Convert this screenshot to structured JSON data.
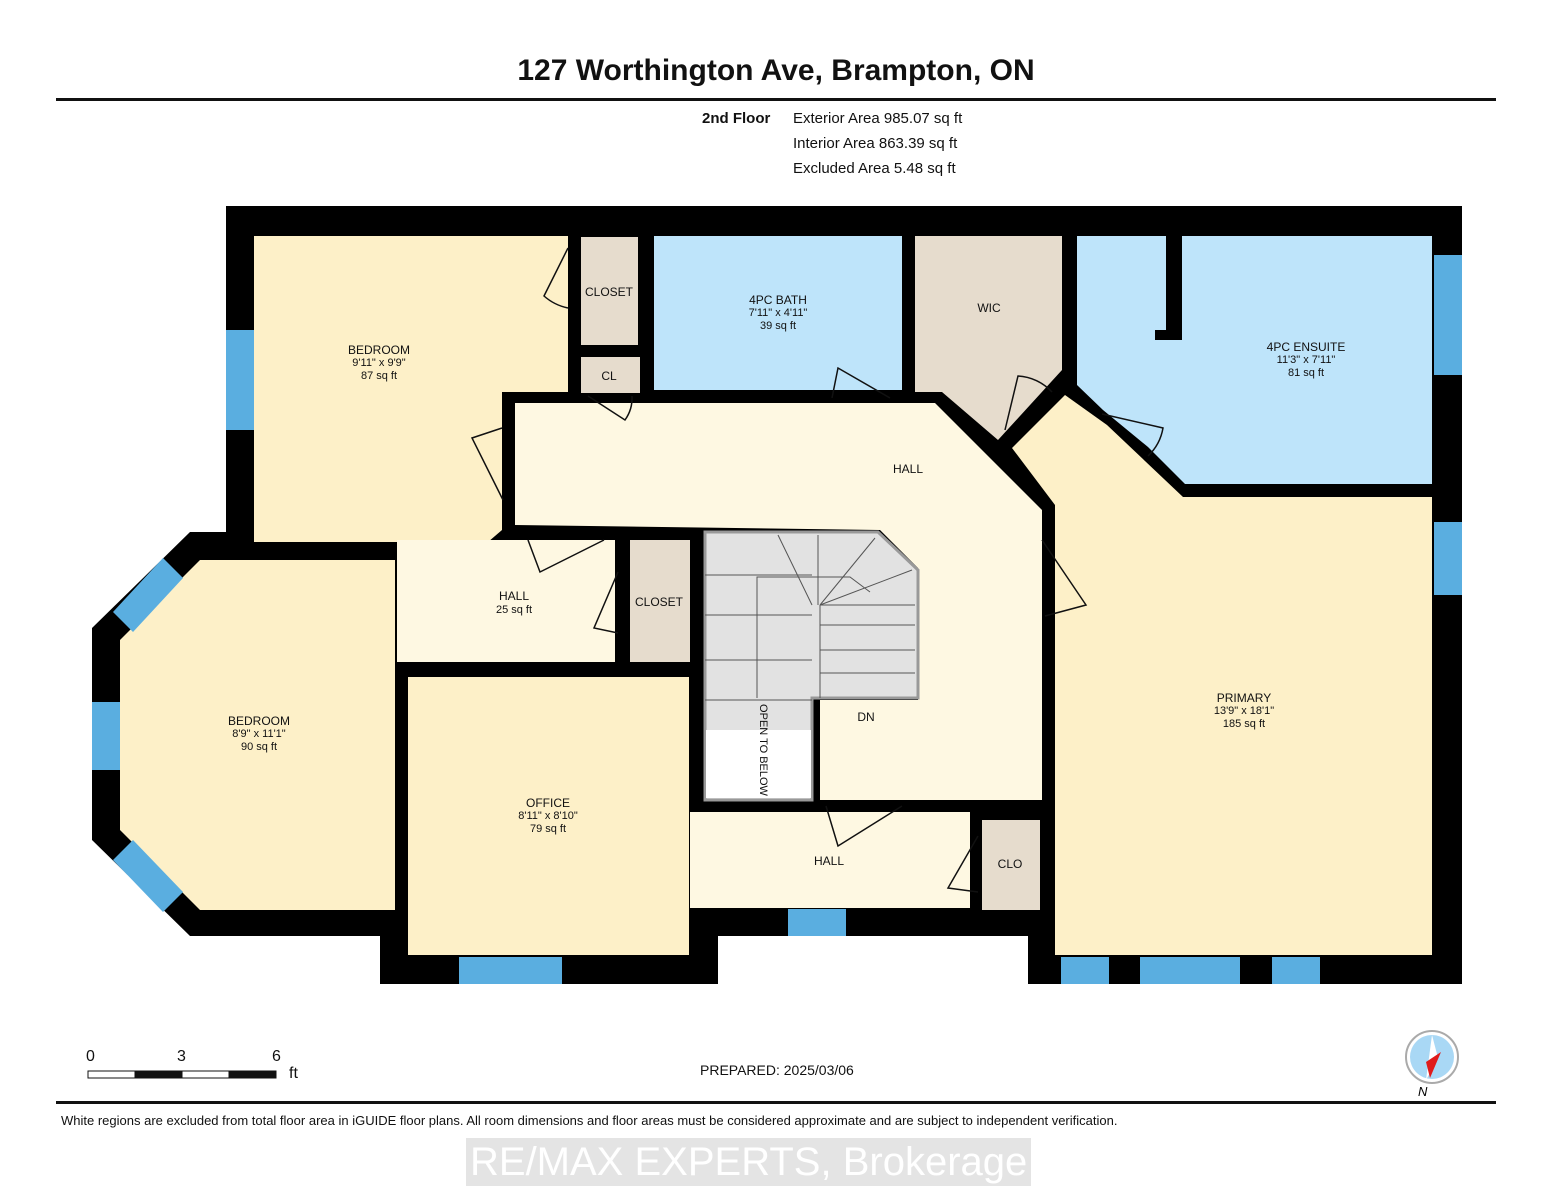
{
  "title": "127 Worthington Ave, Brampton, ON",
  "floor": {
    "name": "2nd Floor",
    "exterior_area": "Exterior Area 985.07 sq ft",
    "interior_area": "Interior Area 863.39 sq ft",
    "excluded_area": "Excluded Area 5.48 sq ft"
  },
  "rooms": {
    "bedroom1": {
      "name": "BEDROOM",
      "dims": "9'11\" x 9'9\"",
      "area": "87 sq ft"
    },
    "closet1": {
      "name": "CLOSET"
    },
    "cl": {
      "name": "CL"
    },
    "bath": {
      "name": "4PC BATH",
      "dims": "7'11\" x 4'11\"",
      "area": "39 sq ft"
    },
    "wic": {
      "name": "WIC"
    },
    "ensuite": {
      "name": "4PC ENSUITE",
      "dims": "11'3\" x 7'11\"",
      "area": "81 sq ft"
    },
    "hall_main": {
      "name": "HALL"
    },
    "hall_small": {
      "name": "HALL",
      "area": "25 sq ft"
    },
    "closet2": {
      "name": "CLOSET"
    },
    "bedroom2": {
      "name": "BEDROOM",
      "dims": "8'9\" x 11'1\"",
      "area": "90 sq ft"
    },
    "office": {
      "name": "OFFICE",
      "dims": "8'11\" x 8'10\"",
      "area": "79 sq ft"
    },
    "primary": {
      "name": "PRIMARY",
      "dims": "13'9\" x 18'1\"",
      "area": "185 sq ft"
    },
    "hall_bottom": {
      "name": "HALL"
    },
    "clo": {
      "name": "CLO"
    },
    "stairs": {
      "label": "DN",
      "open": "OPEN TO BELOW"
    }
  },
  "scale": {
    "t0": "0",
    "t3": "3",
    "t6": "6",
    "unit": "ft"
  },
  "prepared": "PREPARED: 2025/03/06",
  "compass": {
    "label": "N"
  },
  "disclaimer": "White regions are excluded from total floor area in iGUIDE floor plans. All room dimensions and floor areas must be considered approximate and are subject to independent verification.",
  "watermark": "RE/MAX EXPERTS, Brokerage",
  "colors": {
    "wall": "#000000",
    "bedroom": "#fdf0c8",
    "hall": "#fef8e2",
    "wet": "#bee4fa",
    "closet": "#e6dccd",
    "window": "#5aaee0",
    "stairs": "#e2e2e2"
  }
}
